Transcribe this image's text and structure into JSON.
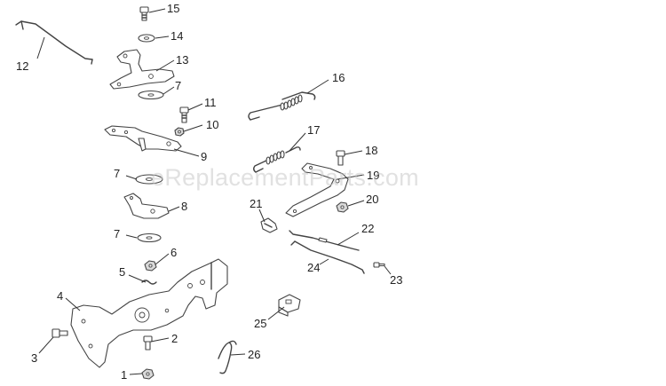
{
  "watermark": "eReplacementParts.com",
  "callouts": [
    {
      "id": "1",
      "label": "1"
    },
    {
      "id": "2",
      "label": "2"
    },
    {
      "id": "3",
      "label": "3"
    },
    {
      "id": "4",
      "label": "4"
    },
    {
      "id": "5",
      "label": "5"
    },
    {
      "id": "6",
      "label": "6"
    },
    {
      "id": "7a",
      "label": "7"
    },
    {
      "id": "7b",
      "label": "7"
    },
    {
      "id": "7c",
      "label": "7"
    },
    {
      "id": "8",
      "label": "8"
    },
    {
      "id": "9",
      "label": "9"
    },
    {
      "id": "10",
      "label": "10"
    },
    {
      "id": "11",
      "label": "11"
    },
    {
      "id": "12",
      "label": "12"
    },
    {
      "id": "13",
      "label": "13"
    },
    {
      "id": "14",
      "label": "14"
    },
    {
      "id": "15",
      "label": "15"
    },
    {
      "id": "16",
      "label": "16"
    },
    {
      "id": "17",
      "label": "17"
    },
    {
      "id": "18",
      "label": "18"
    },
    {
      "id": "19",
      "label": "19"
    },
    {
      "id": "20",
      "label": "20"
    },
    {
      "id": "21",
      "label": "21"
    },
    {
      "id": "22",
      "label": "22"
    },
    {
      "id": "23",
      "label": "23"
    },
    {
      "id": "24",
      "label": "24"
    },
    {
      "id": "25",
      "label": "25"
    },
    {
      "id": "26",
      "label": "26"
    }
  ]
}
